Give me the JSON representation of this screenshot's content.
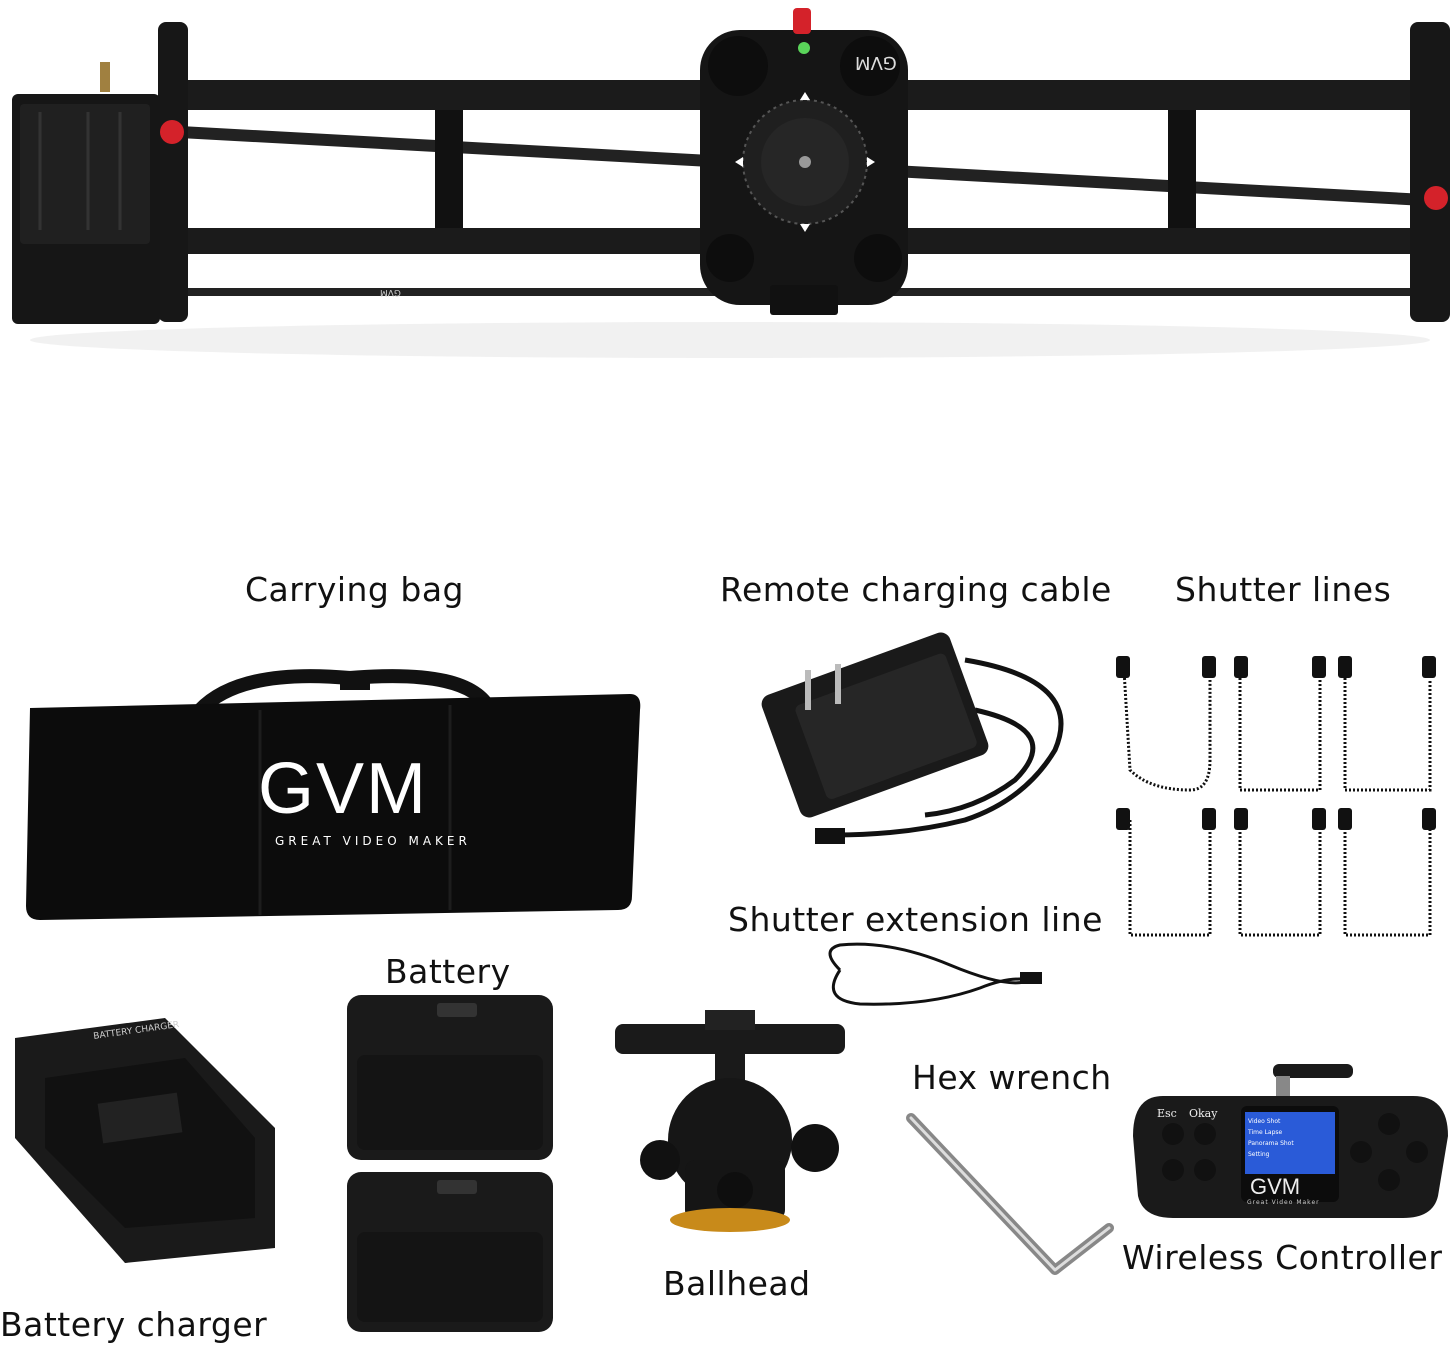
{
  "slider": {
    "carriage_brand": "GVM",
    "rail_mark": "GVM"
  },
  "bag": {
    "brand": "GVM",
    "tagline": "Great Video Maker"
  },
  "controller": {
    "brand": "GVM",
    "tagline": "Great Video Maker",
    "btn_esc": "Esc",
    "btn_okay": "Okay",
    "menu": [
      "Video Shot",
      "Time Lapse",
      "Panorama Shot",
      "Setting"
    ]
  },
  "charger": {
    "label": "BATTERY CHARGER"
  },
  "labels": {
    "carrying_bag": "Carrying bag",
    "remote_charging_cable": "Remote charging cable",
    "shutter_lines": "Shutter lines",
    "shutter_extension_line": "Shutter extension line",
    "battery": "Battery",
    "hex_wrench": "Hex wrench",
    "wireless_controller": "Wireless Controller",
    "battery_charger": "Battery charger",
    "ballhead": "Ballhead"
  },
  "colors": {
    "product_black": "#151515",
    "accent_red": "#d4222a",
    "screen_blue": "#2a5bd8"
  }
}
